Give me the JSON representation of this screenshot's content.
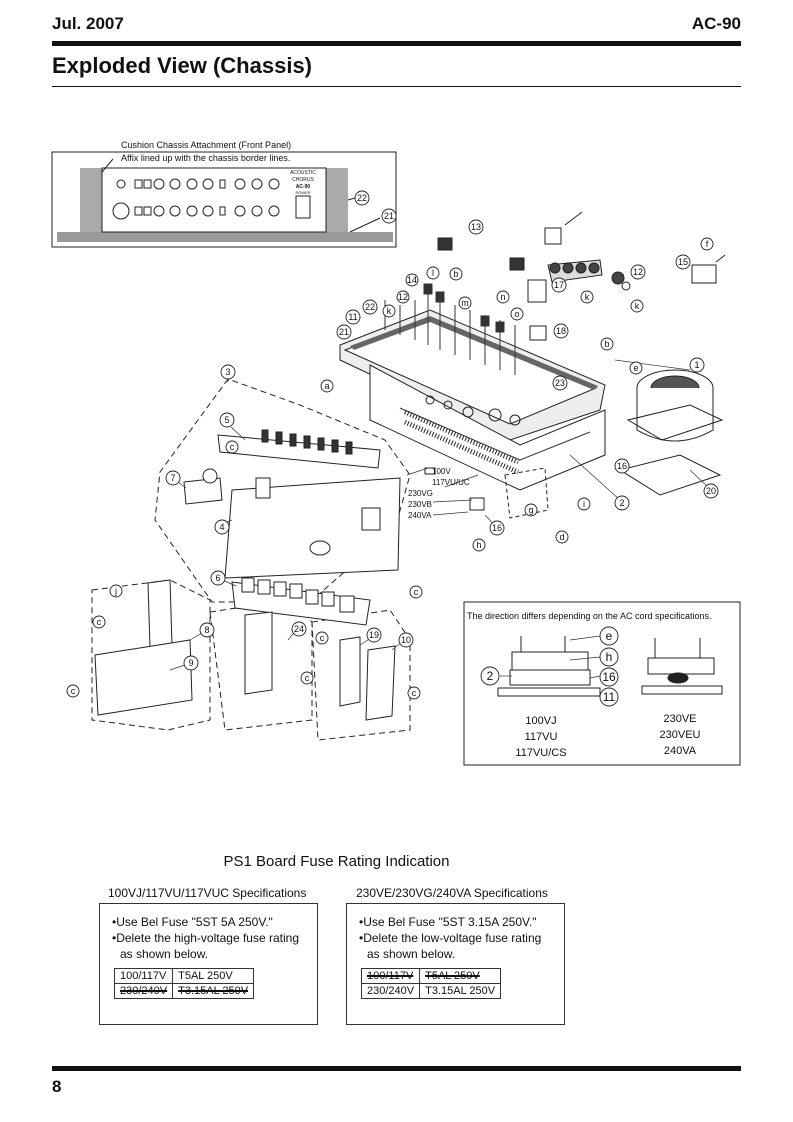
{
  "header": {
    "date": "Jul. 2007",
    "model": "AC-90"
  },
  "page_title": "Exploded View (Chassis)",
  "cushion": {
    "line1": "Cushion Chassis Attachment (Front Panel)",
    "line2": "Affix lined up with the chassis border lines.",
    "brand1": "ACOUSTIC",
    "brand2": "CHORUS",
    "brand3": "AC-90",
    "brand4": "POWER"
  },
  "callouts": {
    "n1": "1",
    "n2": "2",
    "n3": "3",
    "n4": "4",
    "n5": "5",
    "n6": "6",
    "n7": "7",
    "n8": "8",
    "n9": "9",
    "n10": "10",
    "n11": "11",
    "n12": "12",
    "n13": "13",
    "n14": "14",
    "n15": "15",
    "n16": "16",
    "n17": "17",
    "n18": "18",
    "n19": "19",
    "n20": "20",
    "n21": "21",
    "n22": "22",
    "n23": "23",
    "n24": "24",
    "a": "a",
    "b": "b",
    "c": "c",
    "d": "d",
    "e": "e",
    "f": "f",
    "g": "g",
    "h": "h",
    "i": "i",
    "j": "j",
    "k": "k",
    "l": "l",
    "m": "m",
    "n": "n",
    "o": "o"
  },
  "voltages": {
    "v100": "100V",
    "v117": "117VU/UC",
    "v230g": "230VG",
    "v230b": "230VB",
    "v240": "240VA"
  },
  "ac_cord": {
    "note": "The direction differs depending on the AC cord specifications.",
    "left_spec": [
      "100VJ",
      "117VU",
      "117VU/CS"
    ],
    "right_spec": [
      "230VE",
      "230VEU",
      "240VA"
    ]
  },
  "fuse": {
    "title": "PS1 Board Fuse Rating Indication",
    "left": {
      "label": "100VJ/117VU/117VUC Specifications",
      "bullets": [
        "Use Bel Fuse \"5ST 5A 250V.\"",
        "Delete the high-voltage fuse rating as shown below."
      ],
      "rows": [
        [
          "100/117V",
          "T5AL  250V"
        ],
        [
          "230/240V",
          "T3.15AL  250V"
        ]
      ]
    },
    "right": {
      "label": "230VE/230VG/240VA Specifications",
      "bullets": [
        "Use Bel Fuse \"5ST 3.15A 250V.\"",
        "Delete the low-voltage fuse rating as shown below."
      ],
      "rows": [
        [
          "100/117V",
          "T5AL  250V"
        ],
        [
          "230/240V",
          "T3.15AL  250V"
        ]
      ]
    }
  },
  "page_number": "8"
}
